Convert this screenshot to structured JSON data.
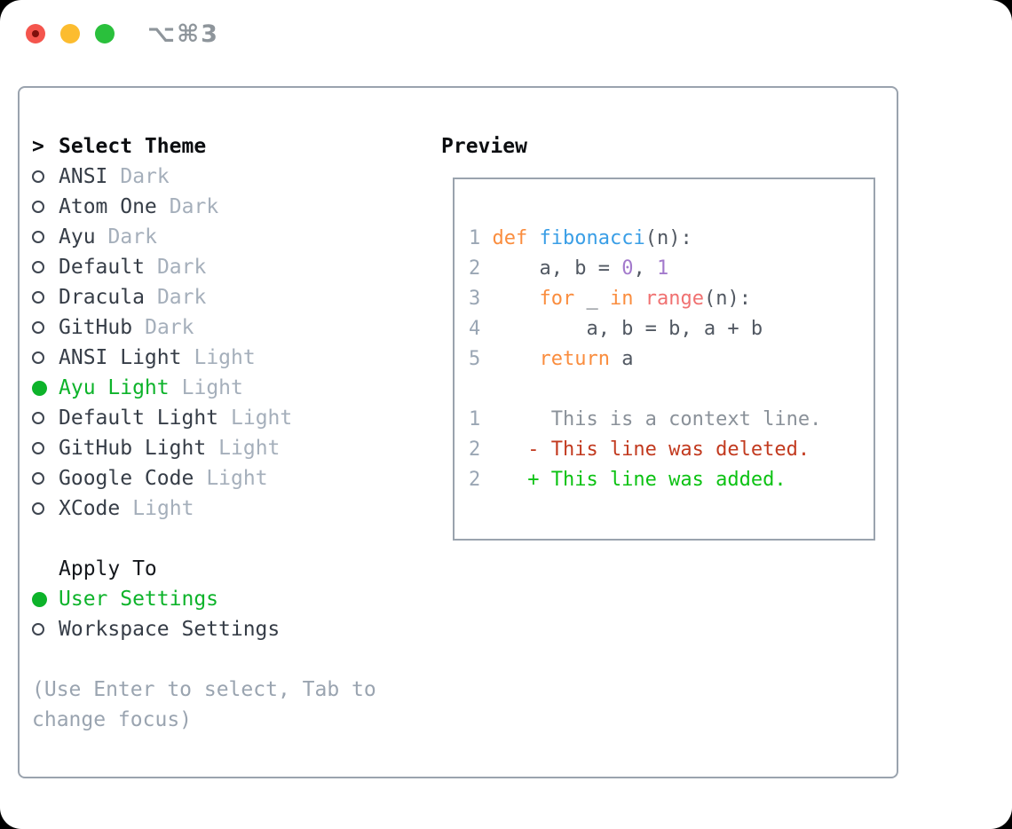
{
  "window": {
    "title": "⌥⌘3",
    "traffic_lights": [
      "close",
      "minimize",
      "zoom"
    ]
  },
  "colors": {
    "selection_green": "#0db32a",
    "keyword_orange": "#fa8d3e",
    "function_blue": "#399ee6",
    "number_purple": "#a37acc",
    "builtin_coral": "#f07171",
    "code_plain": "#515862",
    "line_number_gray": "#9aa6b4",
    "context_gray": "#8a9199",
    "deleted_red": "#c23a1f",
    "added_green": "#0cc213",
    "muted_gray": "#a5afbb",
    "border_gray": "#9aa3ae",
    "traffic_red": "#f4554d",
    "traffic_yellow": "#fcbc2f",
    "traffic_green": "#2ac03c"
  },
  "theme_picker": {
    "header": {
      "prompt": ">",
      "label": "Select Theme"
    },
    "items": [
      {
        "name": "ANSI",
        "variant": "Dark",
        "selected": false
      },
      {
        "name": "Atom One",
        "variant": "Dark",
        "selected": false
      },
      {
        "name": "Ayu",
        "variant": "Dark",
        "selected": false
      },
      {
        "name": "Default",
        "variant": "Dark",
        "selected": false
      },
      {
        "name": "Dracula",
        "variant": "Dark",
        "selected": false
      },
      {
        "name": "GitHub",
        "variant": "Dark",
        "selected": false
      },
      {
        "name": "ANSI Light",
        "variant": "Light",
        "selected": false
      },
      {
        "name": "Ayu Light",
        "variant": "Light",
        "selected": true
      },
      {
        "name": "Default Light",
        "variant": "Light",
        "selected": false
      },
      {
        "name": "GitHub Light",
        "variant": "Light",
        "selected": false
      },
      {
        "name": "Google Code",
        "variant": "Light",
        "selected": false
      },
      {
        "name": "XCode",
        "variant": "Light",
        "selected": false
      }
    ],
    "apply_to": {
      "label": "Apply To",
      "options": [
        {
          "name": "User Settings",
          "selected": true
        },
        {
          "name": "Workspace Settings",
          "selected": false
        }
      ]
    },
    "hint": "(Use Enter to select, Tab to\nchange focus)"
  },
  "preview": {
    "label": "Preview",
    "code_lines": [
      {
        "num": "1",
        "segments": [
          {
            "text": "def",
            "style": "keyword"
          },
          {
            "text": " ",
            "style": "plain"
          },
          {
            "text": "fibonacci",
            "style": "function"
          },
          {
            "text": "(n):",
            "style": "plain"
          }
        ]
      },
      {
        "num": "2",
        "segments": [
          {
            "text": "    a, b = ",
            "style": "plain"
          },
          {
            "text": "0",
            "style": "number"
          },
          {
            "text": ", ",
            "style": "plain"
          },
          {
            "text": "1",
            "style": "number"
          }
        ]
      },
      {
        "num": "3",
        "segments": [
          {
            "text": "    ",
            "style": "plain"
          },
          {
            "text": "for",
            "style": "keyword"
          },
          {
            "text": " _ ",
            "style": "plain"
          },
          {
            "text": "in",
            "style": "keyword"
          },
          {
            "text": " ",
            "style": "plain"
          },
          {
            "text": "range",
            "style": "builtin"
          },
          {
            "text": "(n):",
            "style": "plain"
          }
        ]
      },
      {
        "num": "4",
        "segments": [
          {
            "text": "        a, b = b, a + b",
            "style": "plain"
          }
        ]
      },
      {
        "num": "5",
        "segments": [
          {
            "text": "    ",
            "style": "plain"
          },
          {
            "text": "return",
            "style": "keyword"
          },
          {
            "text": " a",
            "style": "plain"
          }
        ]
      },
      {
        "num": "",
        "segments": []
      },
      {
        "num": "1",
        "segments": [
          {
            "text": "     This is a context line.",
            "style": "context"
          }
        ]
      },
      {
        "num": "2",
        "segments": [
          {
            "text": "   - This line was deleted.",
            "style": "deleted"
          }
        ]
      },
      {
        "num": "2",
        "segments": [
          {
            "text": "   + This line was added.",
            "style": "added"
          }
        ]
      }
    ]
  }
}
